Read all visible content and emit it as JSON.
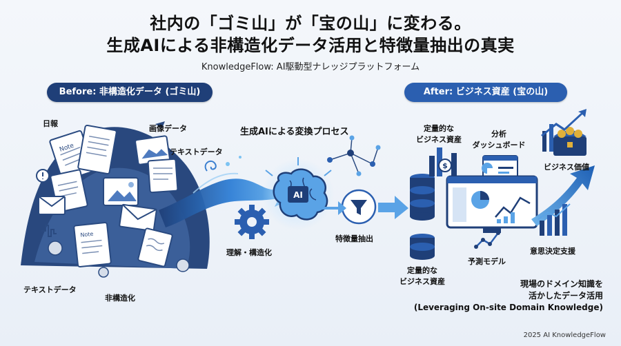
{
  "header": {
    "title_line1": "社内の「ゴミ山」が「宝の山」に変わる。",
    "title_line2": "生成AIによる非構造化データ活用と特徴量抽出の真実",
    "subtitle": "KnowledgeFlow: AI駆動型ナレッジプラットフォーム"
  },
  "before": {
    "badge": "Before: 非構造化データ (ゴミ山)",
    "labels": {
      "daily_report": "日報",
      "image_data": "画像データ",
      "text_data_top": "テキストデータ",
      "text_data_bottom": "テキストデータ",
      "unstructured": "非構造化"
    },
    "note_text": "Note"
  },
  "process": {
    "heading": "生成AIによる変換プロセス",
    "ai_label": "AI",
    "understand_label": "理解・構造化",
    "feature_label": "特徴量抽出"
  },
  "after": {
    "badge": "After: ビジネス資産 (宝の山)",
    "labels": {
      "quant_top_l1": "定量的な",
      "quant_top_l2": "ビジネス資産",
      "dashboard_l1": "分析",
      "dashboard_l2": "ダッシュボード",
      "business_value": "ビジネス価値",
      "decision_support": "意思決定支援",
      "forecast_model": "予測モデル",
      "quant_bottom_l1": "定量的な",
      "quant_bottom_l2": "ビジネス資産"
    }
  },
  "callout": {
    "line1": "現場のドメイン知識を",
    "line2": "活かしたデータ活用",
    "line3": "(Leveraging On-site Domain Knowledge)"
  },
  "footer": {
    "text": "2025 AI KnowledgeFlow"
  },
  "colors": {
    "navy": "#1f3f78",
    "blue": "#2b5fb0",
    "light_blue": "#5aa3e6",
    "gold": "#e0b03a"
  }
}
